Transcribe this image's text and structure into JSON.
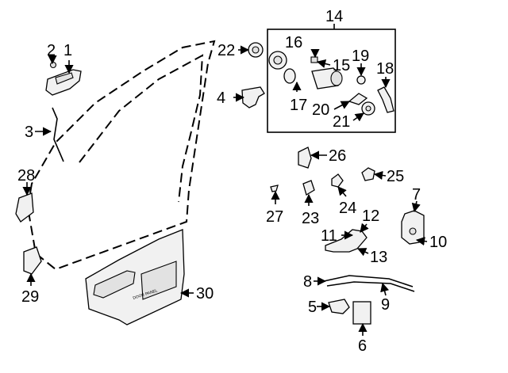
{
  "callouts": {
    "c1": "1",
    "c2": "2",
    "c3": "3",
    "c4": "4",
    "c5": "5",
    "c6": "6",
    "c7": "7",
    "c8": "8",
    "c9": "9",
    "c10": "10",
    "c11": "11",
    "c12": "12",
    "c13": "13",
    "c14": "14",
    "c15": "15",
    "c16": "16",
    "c17": "17",
    "c18": "18",
    "c19": "19",
    "c20": "20",
    "c21": "21",
    "c22": "22",
    "c23": "23",
    "c24": "24",
    "c25": "25",
    "c26": "26",
    "c27": "27",
    "c28": "28",
    "c29": "29",
    "c30": "30"
  },
  "panel_text": "DOOR PANEL"
}
